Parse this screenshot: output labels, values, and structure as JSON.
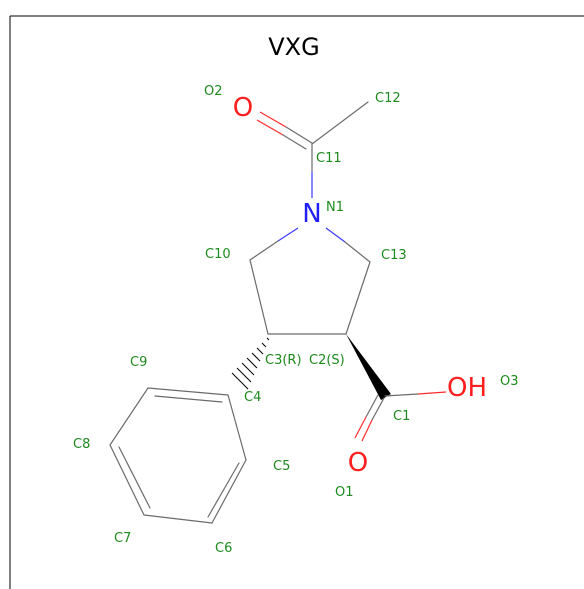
{
  "title": "VXG",
  "atoms": {
    "N": "N",
    "O2": "O",
    "O1": "O",
    "OH": "OH"
  },
  "labels": {
    "O2": "O2",
    "C12": "C12",
    "C11": "C11",
    "N1": "N1",
    "C10": "C10",
    "C13": "C13",
    "C3": "C3(R)",
    "C2": "C2(S)",
    "C9": "C9",
    "C4": "C4",
    "C1": "C1",
    "O3": "O3",
    "C8": "C8",
    "C5": "C5",
    "O1": "O1",
    "C7": "C7",
    "C6": "C6"
  },
  "colors": {
    "carbon_label": "#1d8a1d",
    "oxygen": "#ff1f1f",
    "nitrogen": "#2020ff",
    "bond": "#6b6b6b"
  }
}
